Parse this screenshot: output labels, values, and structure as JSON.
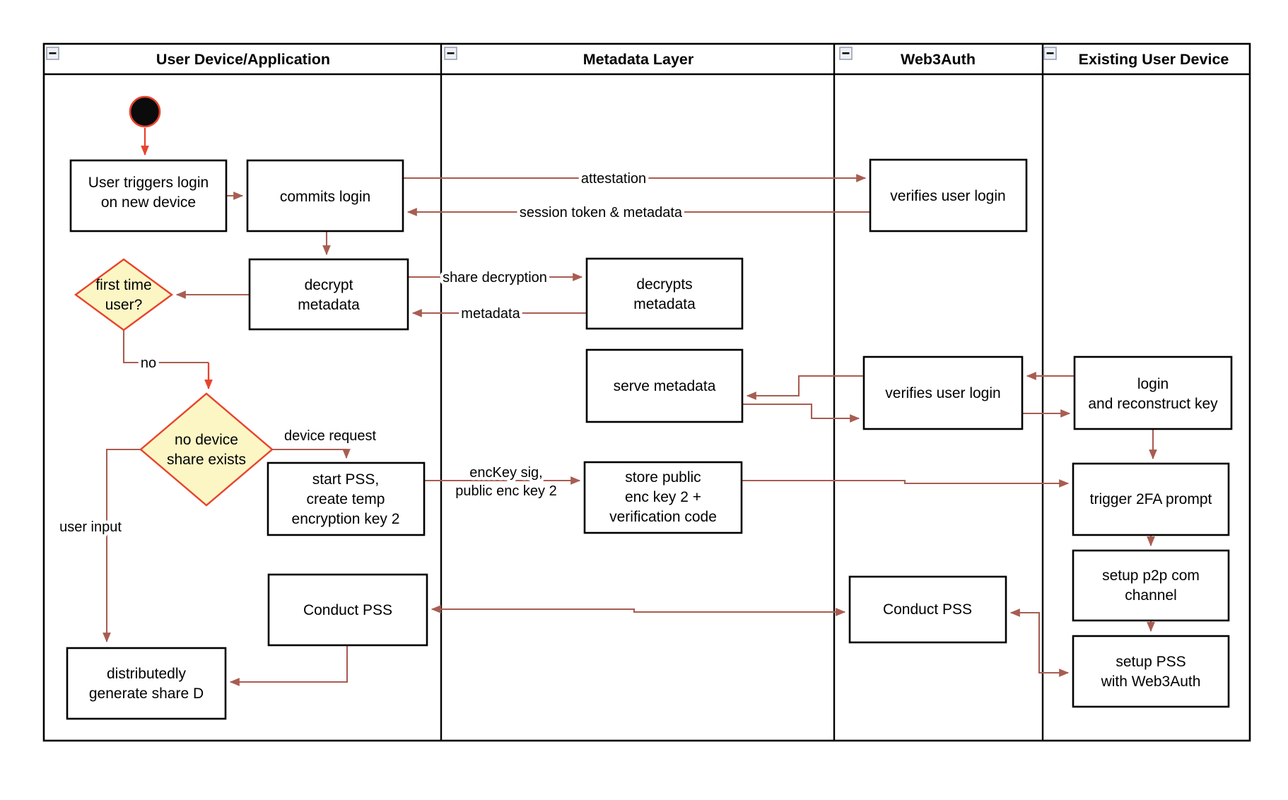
{
  "lanes": [
    {
      "label": "User Device/Application"
    },
    {
      "label": "Metadata Layer"
    },
    {
      "label": "Web3Auth"
    },
    {
      "label": "Existing User Device"
    }
  ],
  "nodes": {
    "user_triggers": {
      "lines": [
        "User triggers login",
        "on new device"
      ]
    },
    "commits_login": {
      "lines": [
        "commits login"
      ]
    },
    "verifies_user_login_top": {
      "lines": [
        "verifies user login"
      ]
    },
    "decrypt_metadata": {
      "lines": [
        "decrypt",
        "metadata"
      ]
    },
    "decrypts_metadata": {
      "lines": [
        "decrypts",
        "metadata"
      ]
    },
    "first_time_user": {
      "lines": [
        "first time",
        "user?"
      ]
    },
    "serve_metadata": {
      "lines": [
        "serve metadata"
      ]
    },
    "verifies_user_login_2": {
      "lines": [
        "verifies user login"
      ]
    },
    "login_reconstruct": {
      "lines": [
        "login",
        "and reconstruct key"
      ]
    },
    "no_device_share": {
      "lines": [
        "no device",
        "share exists"
      ]
    },
    "start_pss": {
      "lines": [
        "start PSS,",
        "create temp",
        "encryption key 2"
      ]
    },
    "store_public": {
      "lines": [
        "store public",
        "enc key 2 +",
        "verification code"
      ]
    },
    "trigger_2fa": {
      "lines": [
        "trigger 2FA prompt"
      ]
    },
    "setup_p2p": {
      "lines": [
        "setup p2p com",
        "channel"
      ]
    },
    "setup_pss": {
      "lines": [
        "setup PSS",
        "with Web3Auth"
      ]
    },
    "conduct_pss_web3auth": {
      "lines": [
        "Conduct PSS"
      ]
    },
    "conduct_pss_user": {
      "lines": [
        "Conduct PSS"
      ]
    },
    "generate_share_d": {
      "lines": [
        "distributedly",
        "generate share D"
      ]
    }
  },
  "edge_labels": {
    "attestation": "attestation",
    "session_token": "session token & metadata",
    "share_decryption": "share decryption",
    "metadata": "metadata",
    "no": "no",
    "device_request": "device request",
    "enckey_sig": "encKey sig,",
    "public_enc_key": "public enc key 2",
    "user_input": "user input"
  },
  "colors": {
    "connector": "#A85D52",
    "highlight": "#E8432C",
    "decision_fill": "#FCF6C5",
    "decision_border": "#E8432C",
    "node_fill": "#FFFFFF",
    "node_border": "#000000"
  }
}
